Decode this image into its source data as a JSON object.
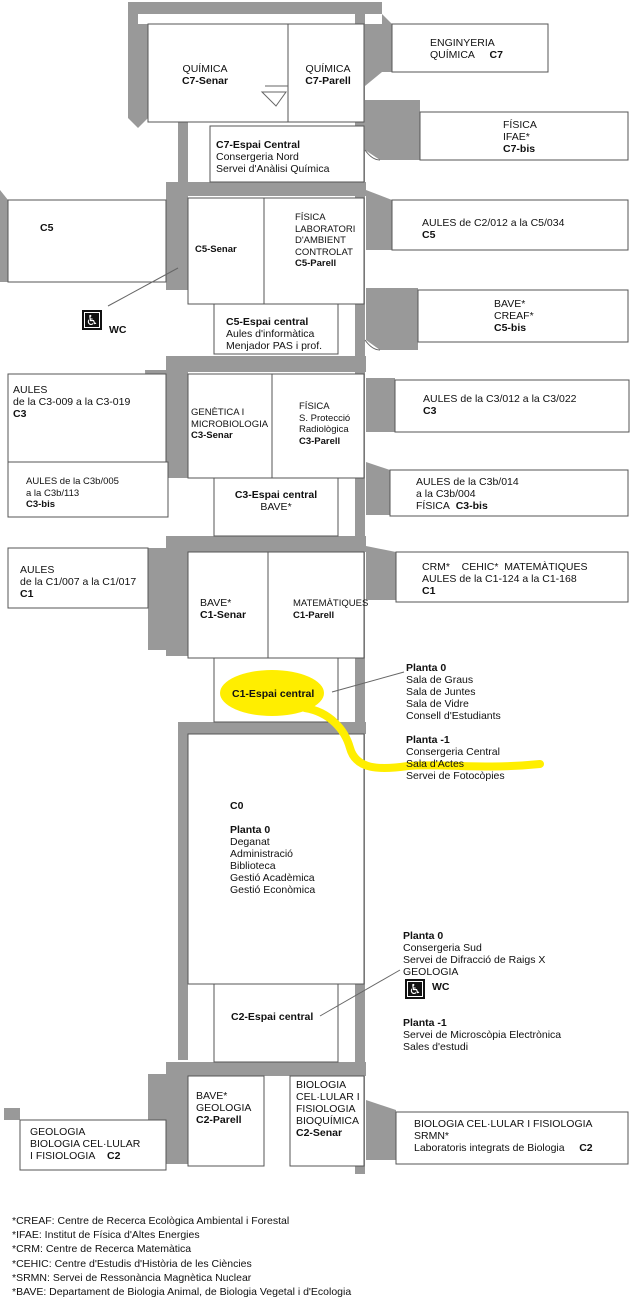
{
  "colors": {
    "wall": "#999999",
    "wall_dark": "#8a8a8a",
    "fill": "#ffffff",
    "border": "#555555",
    "highlight": "#ffee00"
  },
  "c7": {
    "quimica_senar": [
      "QUÍMICA",
      "C7-Senar"
    ],
    "quimica_parell": [
      "QUÍMICA",
      "C7-Parell"
    ],
    "enginyeria": [
      "ENGINYERIA",
      "QUÍMICA",
      "C7"
    ],
    "fisica_ifae": [
      "FÍSICA",
      "IFAE*",
      "C7-bis"
    ],
    "espai_central": [
      "C7-Espai Central",
      "Consergeria Nord",
      "Servei d'Anàlisi Química"
    ]
  },
  "c5": {
    "left": "C5",
    "senar": "C5-Senar",
    "fisica_lab": [
      "FÍSICA",
      "LABORATORI",
      "D'AMBIENT",
      "CONTROLAT",
      "C5-Parell"
    ],
    "aules": [
      "AULES de C2/012 a la C5/034",
      "C5"
    ],
    "bave": [
      "BAVE*",
      "CREAF*",
      "C5-bis"
    ],
    "wc": "WC",
    "wc_icon": "wheelchair-icon",
    "espai_central": [
      "C5-Espai central",
      "Aules d'informàtica",
      "Menjador PAS i prof."
    ]
  },
  "c3": {
    "aules_left": [
      "AULES",
      "de la C3-009 a la C3-019",
      "C3"
    ],
    "genetica": [
      "GENÈTICA I",
      "MICROBIOLOGIA",
      "C3-Senar"
    ],
    "fisica_prot": [
      "FÍSICA",
      "S. Protecció",
      "Radiològica",
      "C3-Parell"
    ],
    "aules_right": [
      "AULES de la C3/012 a la C3/022",
      "C3"
    ],
    "c3b_left": [
      "AULES de la C3b/005",
      "a la C3b/113",
      "C3-bis"
    ],
    "c3b_right": [
      "AULES de la C3b/014",
      "a la C3b/004",
      "FÍSICA",
      "C3-bis"
    ],
    "espai_central": [
      "C3-Espai central",
      "BAVE*"
    ]
  },
  "c1": {
    "aules_left": [
      "AULES",
      "de la C1/007 a la C1/017",
      "C1"
    ],
    "bave_senar": [
      "BAVE*",
      "C1-Senar"
    ],
    "mates_parell": [
      "MATEMÀTIQUES",
      "C1-Parell"
    ],
    "crm_right": [
      "CRM*    CEHIC*  MATEMÀTIQUES",
      "AULES de la C1-124 a la C1-168",
      "C1"
    ],
    "espai_central": "C1-Espai central",
    "planta0_title": "Planta 0",
    "planta0": [
      "Sala de Graus",
      "Sala de Juntes",
      "Sala de Vidre",
      "Consell d'Estudiants"
    ],
    "plantam1_title": "Planta -1",
    "plantam1": [
      "Consergeria Central",
      "Sala d'Actes",
      "Servei de Fotocòpies"
    ]
  },
  "c0": {
    "title": "C0",
    "planta_title": "Planta 0",
    "items": [
      "Deganat",
      "Administració",
      "Biblioteca",
      "Gestió Acadèmica",
      "Gestió Econòmica"
    ]
  },
  "c2": {
    "espai_central": "C2-Espai central",
    "planta0_title": "Planta 0",
    "planta0": [
      "Consergeria Sud",
      "Servei de Difracció de Raigs X",
      "GEOLOGIA"
    ],
    "wc": "WC",
    "wc_icon": "wheelchair-icon",
    "plantam1_title": "Planta -1",
    "plantam1": [
      "Servei de Microscòpia Electrònica",
      "Sales d'estudi"
    ],
    "bave_parell": [
      "BAVE*",
      "GEOLOGIA",
      "C2-Parell"
    ],
    "biologia_senar": [
      "BIOLOGIA",
      "CEL·LULAR I",
      "FISIOLOGIA",
      "BIOQUÍMICA",
      "C2-Senar"
    ],
    "geologia_left": [
      "GEOLOGIA",
      "BIOLOGIA CEL·LULAR",
      "I FISIOLOGIA",
      "C2"
    ],
    "biologia_right": [
      "BIOLOGIA CEL·LULAR I FISIOLOGIA",
      "SRMN*",
      "Laboratoris integrats de Biologia",
      "C2"
    ]
  },
  "notes": [
    "*CREAF: Centre de Recerca Ecològica Ambiental i Forestal",
    "*IFAE: Institut de Física d'Altes Energies",
    "*CRM: Centre de Recerca Matemàtica",
    "*CEHIC: Centre d'Estudis d'Història de les Ciències",
    "*SRMN: Servei de Ressonància Magnètica Nuclear",
    "*BAVE: Departament de Biologia Animal, de Biologia Vegetal i d'Ecologia"
  ]
}
